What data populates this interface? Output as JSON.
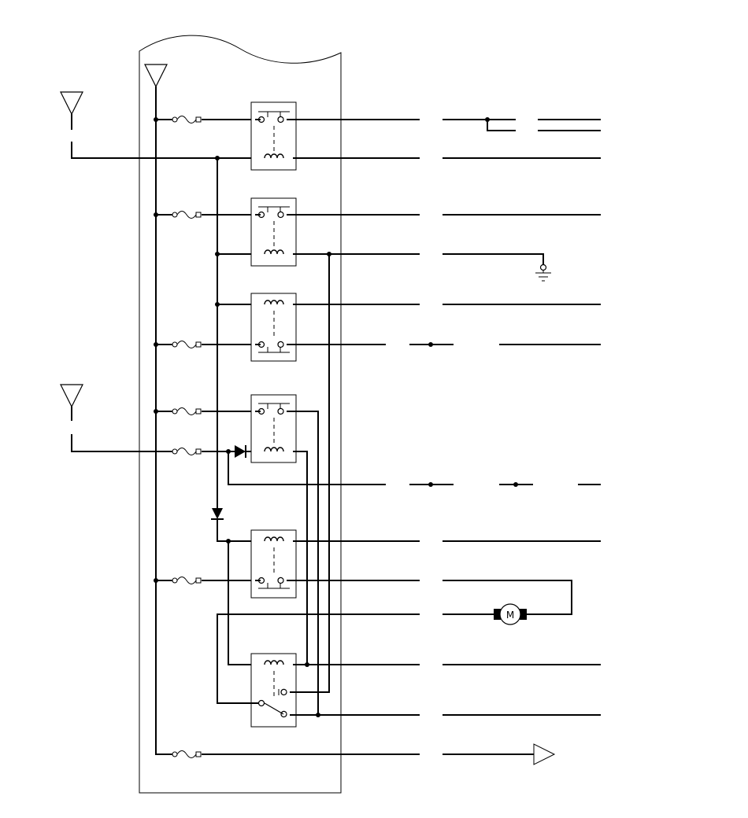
{
  "diagram": {
    "type": "relay-box wiring schematic",
    "colors": {
      "line": "#000000",
      "background": "#ffffff"
    },
    "symbols": [
      "power-source-triangle",
      "fuse",
      "relay-contact-normally-open",
      "relay-coil",
      "relay-changeover",
      "diode",
      "ground",
      "motor",
      "connector-arrow",
      "splice-dot"
    ],
    "motor_label": "M"
  }
}
